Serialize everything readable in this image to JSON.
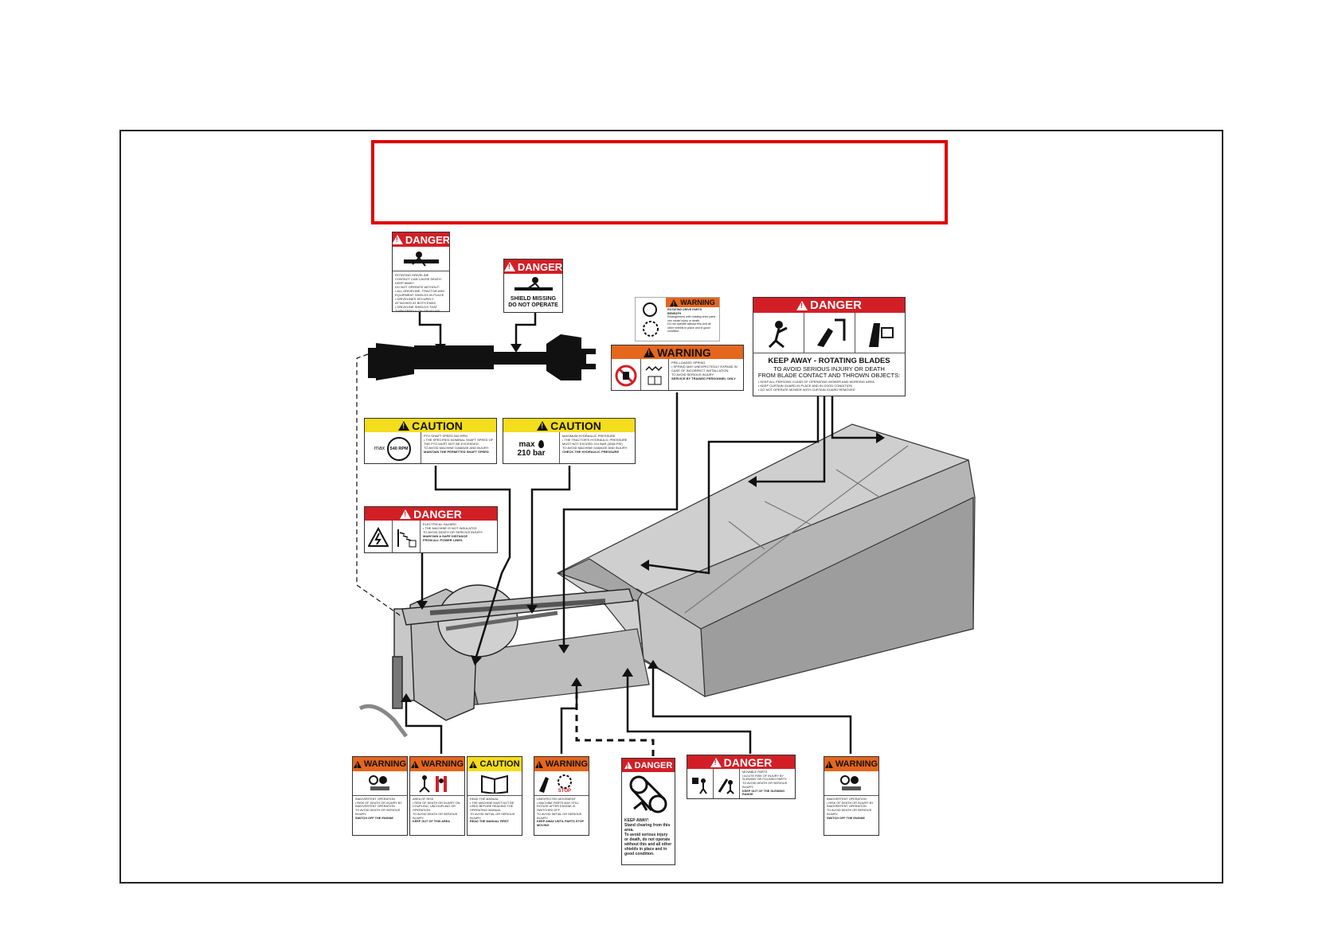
{
  "colors": {
    "danger": "#d21f26",
    "warning": "#e5661d",
    "caution": "#f4dd1c",
    "callout_box": "#e00000",
    "machine": "#bdbdbd"
  },
  "decals": {
    "pto_danger_1": {
      "header": "DANGER",
      "lines": [
        "ROTATING DRIVELINE",
        "CONTACT CAN CAUSE DEATH",
        "KEEP AWAY!",
        "DO NOT OPERATE WITHOUT:",
        "• ALL DRIVELINE, TRACTOR AND EQUIPMENT SHIELDS IN PLACE",
        "• DRIVELINES SECURELY ATTACHED AT BOTH ENDS",
        "• DRIVELINE SHIELDS THAT TURN FREELY ON DRIVELINE"
      ]
    },
    "pto_danger_2": {
      "header": "DANGER",
      "text1": "SHIELD MISSING",
      "text2": "DO NOT OPERATE"
    },
    "warning_small": {
      "header": "WARNING",
      "lines": [
        "ROTATING DRIVE PARTS",
        "BENEATH",
        "Entanglement with rotating drive parts can cause injury or death.",
        "Do not operate without this and all other shields in place and in good condition."
      ]
    },
    "warning_spring": {
      "header": "WARNING",
      "lines": [
        "PRE-LOADED SPRING",
        "• SPRING MAY UNEXPECTEDLY EXPAND IN CASE OF INCORRECT INSTALLATION.",
        "TO AVOID SERIOUS INJURY:",
        "SERVICE BY TRAINED PERSONNEL ONLY"
      ]
    },
    "danger_blades": {
      "header": "DANGER",
      "title": "KEEP AWAY - ROTATING BLADES",
      "sub1": "TO AVOID SERIOUS INJURY OR DEATH",
      "sub2": "FROM BLADE CONTACT AND THROWN OBJECTS:",
      "lines": [
        "• KEEP ALL PERSONS CLEAR OF OPERATING MOWER AND WORKING AREA",
        "• KEEP CURTAIN GUARD IN PLACE AND IN GOOD CONDITION",
        "• DO NOT OPERATE MOWER WITH CURTAIN GUARD REMOVED"
      ]
    },
    "caution_pto": {
      "header": "CAUTION",
      "icon1": "max",
      "icon2": "540 RPM",
      "lines": [
        "PTO SHAFT SPEED 540 RPM",
        "• THE SPECIFIED NOMINAL SHAFT SPEED OF THE PTO MUST NOT BE EXCEEDED",
        "TO AVOID MACHINE DAMAGE AND INJURY:",
        "MAINTAIN THE PERMITTED SHAFT SPEED"
      ]
    },
    "caution_hyd": {
      "header": "CAUTION",
      "icon1": "max",
      "icon2": "210 bar",
      "lines": [
        "MAXIMUM HYDRAULIC PRESSURE",
        "• THE TRACTOR'S HYDRAULIC PRESSURE MUST NOT EXCEED 210 BAR (3046 PSI)",
        "TO AVOID MACHINE DAMAGE AND INJURY:",
        "CHECK THE HYDRAULIC PRESSURE"
      ]
    },
    "danger_elec": {
      "header": "DANGER",
      "lines": [
        "ELECTRICAL HAZARD",
        "• THE MACHINE IS NOT INSULATED",
        "TO AVOID DEATH OR SERIOUS INJURY:",
        "MAINTAIN A SAFE DISTANCE",
        "FROM ALL POWER LINES"
      ]
    },
    "warn_inadv_1": {
      "header": "WARNING",
      "lines": [
        "INADVERTENT OPERATION",
        "• RISK OF DEATH OR INJURY BY INADVERTENT OPERATION",
        "TO AVOID DEATH OR SERIOUS INJURY:",
        "SWITCH OFF THE ENGINE"
      ]
    },
    "warn_area": {
      "header": "WARNING",
      "lines": [
        "AREA OF RISK",
        "• RISK OF DEATH OR INJURY ON COUPLING, UNCOUPLING OR OPERATION",
        "TO AVOID DEATH OR SERIOUS INJURY:",
        "KEEP OUT OF THIS AREA"
      ]
    },
    "caution_manual": {
      "header": "CAUTION",
      "lines": [
        "READ THE MANUAL",
        "• THE MACHINE MUST NOT BE USED BEFORE READING THE OPERATING MANUAL",
        "TO AVOID INITIAL OR SERIOUS INJURY:",
        "READ THE MANUAL FIRST"
      ]
    },
    "warn_unexp": {
      "header": "WARNING",
      "stop": "STOP",
      "lines": [
        "UNEXPECTED MOVEMENT",
        "• MACHINE PARTS MAY STILL ROTATE AFTER ENGINE IS SWITCHED OFF",
        "TO AVOID INITIAL OR SERIOUS INJURY:",
        "KEEP AWAY UNTIL PARTS STOP MOVING"
      ]
    },
    "danger_keep_away": {
      "header": "DANGER",
      "lines": [
        "KEEP AWAY!",
        "Stand clearing from this area.",
        "To avoid serious injury or death, do not operate without this and all other shields in place and in good condition."
      ]
    },
    "danger_movable": {
      "header": "DANGER",
      "lines": [
        "MOVABLE PARTS",
        "• ACUTE RISK OF INJURY BY SLEWING OR FOLDING PARTS",
        "TO AVOID DEATH OR SERIOUS INJURY:",
        "KEEP OUT OF THE SLEWING RANGE"
      ]
    },
    "warn_inadv_2": {
      "header": "WARNING",
      "lines": [
        "INADVERTENT OPERATION",
        "• RISK OF DEATH OR INJURY BY INADVERTENT OPERATION",
        "TO AVOID DEATH OR SERIOUS INJURY:",
        "SWITCH OFF THE ENGINE"
      ]
    }
  },
  "icons": [
    "driveline-entanglement-icon",
    "blade-hazard-icon",
    "spring-icon",
    "electrical-hazard-icon",
    "power-line-icon",
    "manual-book-icon",
    "stop-icon",
    "belt-entanglement-icon"
  ]
}
